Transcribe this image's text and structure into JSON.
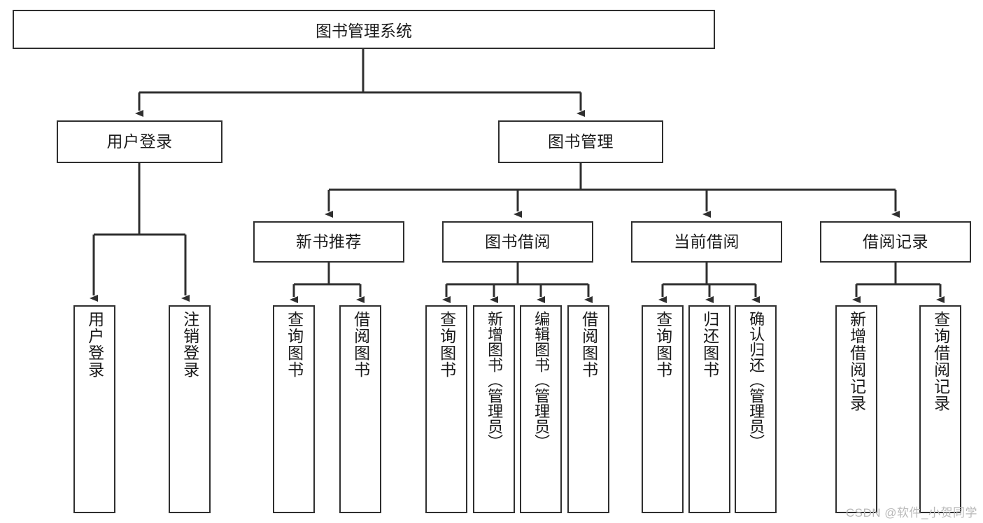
{
  "diagram": {
    "title": "图书管理系统",
    "type": "tree-hierarchy-diagram",
    "colors": {
      "stroke": "#2f2f2f",
      "fill": "#ffffff",
      "text": "#1a1a1a",
      "watermark": "#b9b9b9"
    },
    "root": {
      "label": "图书管理系统"
    },
    "level2": [
      {
        "label": "用户登录"
      },
      {
        "label": "图书管理"
      }
    ],
    "level3": [
      {
        "label": "新书推荐"
      },
      {
        "label": "图书借阅"
      },
      {
        "label": "当前借阅"
      },
      {
        "label": "借阅记录"
      }
    ],
    "leaves": {
      "user_login": [
        {
          "label": "用户登录"
        },
        {
          "label": "注销登录"
        }
      ],
      "new_book_recommend": [
        {
          "label": "查询图书"
        },
        {
          "label": "借阅图书"
        }
      ],
      "book_borrow": [
        {
          "label": "查询图书"
        },
        {
          "label": "新增图书（管理员）"
        },
        {
          "label": "编辑图书（管理员）"
        },
        {
          "label": "借阅图书"
        }
      ],
      "current_borrow": [
        {
          "label": "查询图书"
        },
        {
          "label": "归还图书"
        },
        {
          "label": "确认归还（管理员）"
        }
      ],
      "borrow_record": [
        {
          "label": "新增借阅记录"
        },
        {
          "label": "查询借阅记录"
        }
      ]
    }
  },
  "watermark": {
    "text": "CSDN @软件_小贺同学"
  }
}
